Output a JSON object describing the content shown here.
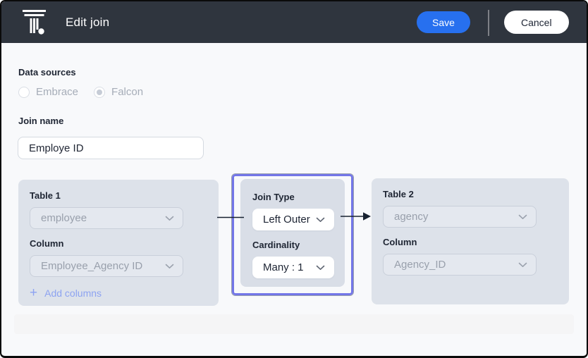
{
  "header": {
    "title": "Edit join",
    "save_label": "Save",
    "cancel_label": "Cancel"
  },
  "colors": {
    "header_bg": "#2F353E",
    "save_blue": "#2770EF",
    "highlight_purple": "#7376E8",
    "panel_gray": "#DDE2EA",
    "link_blue": "#8DA3F1",
    "connector_dark": "#182231"
  },
  "form": {
    "data_sources": {
      "label": "Data sources",
      "options": [
        {
          "label": "Embrace",
          "selected": false,
          "disabled": true
        },
        {
          "label": "Falcon",
          "selected": true,
          "disabled": true
        }
      ]
    },
    "join_name": {
      "label": "Join name",
      "value": "Employe ID"
    }
  },
  "join_builder": {
    "table1": {
      "label": "Table 1",
      "table_value": "employee",
      "column_label": "Column",
      "column_value": "Employee_Agency ID",
      "add_columns_label": "Add columns"
    },
    "join_settings": {
      "join_type_label": "Join Type",
      "join_type_value": "Left Outer",
      "cardinality_label": "Cardinality",
      "cardinality_value": "Many : 1"
    },
    "table2": {
      "label": "Table 2",
      "table_value": "agency",
      "column_label": "Column",
      "column_value": "Agency_ID"
    }
  }
}
